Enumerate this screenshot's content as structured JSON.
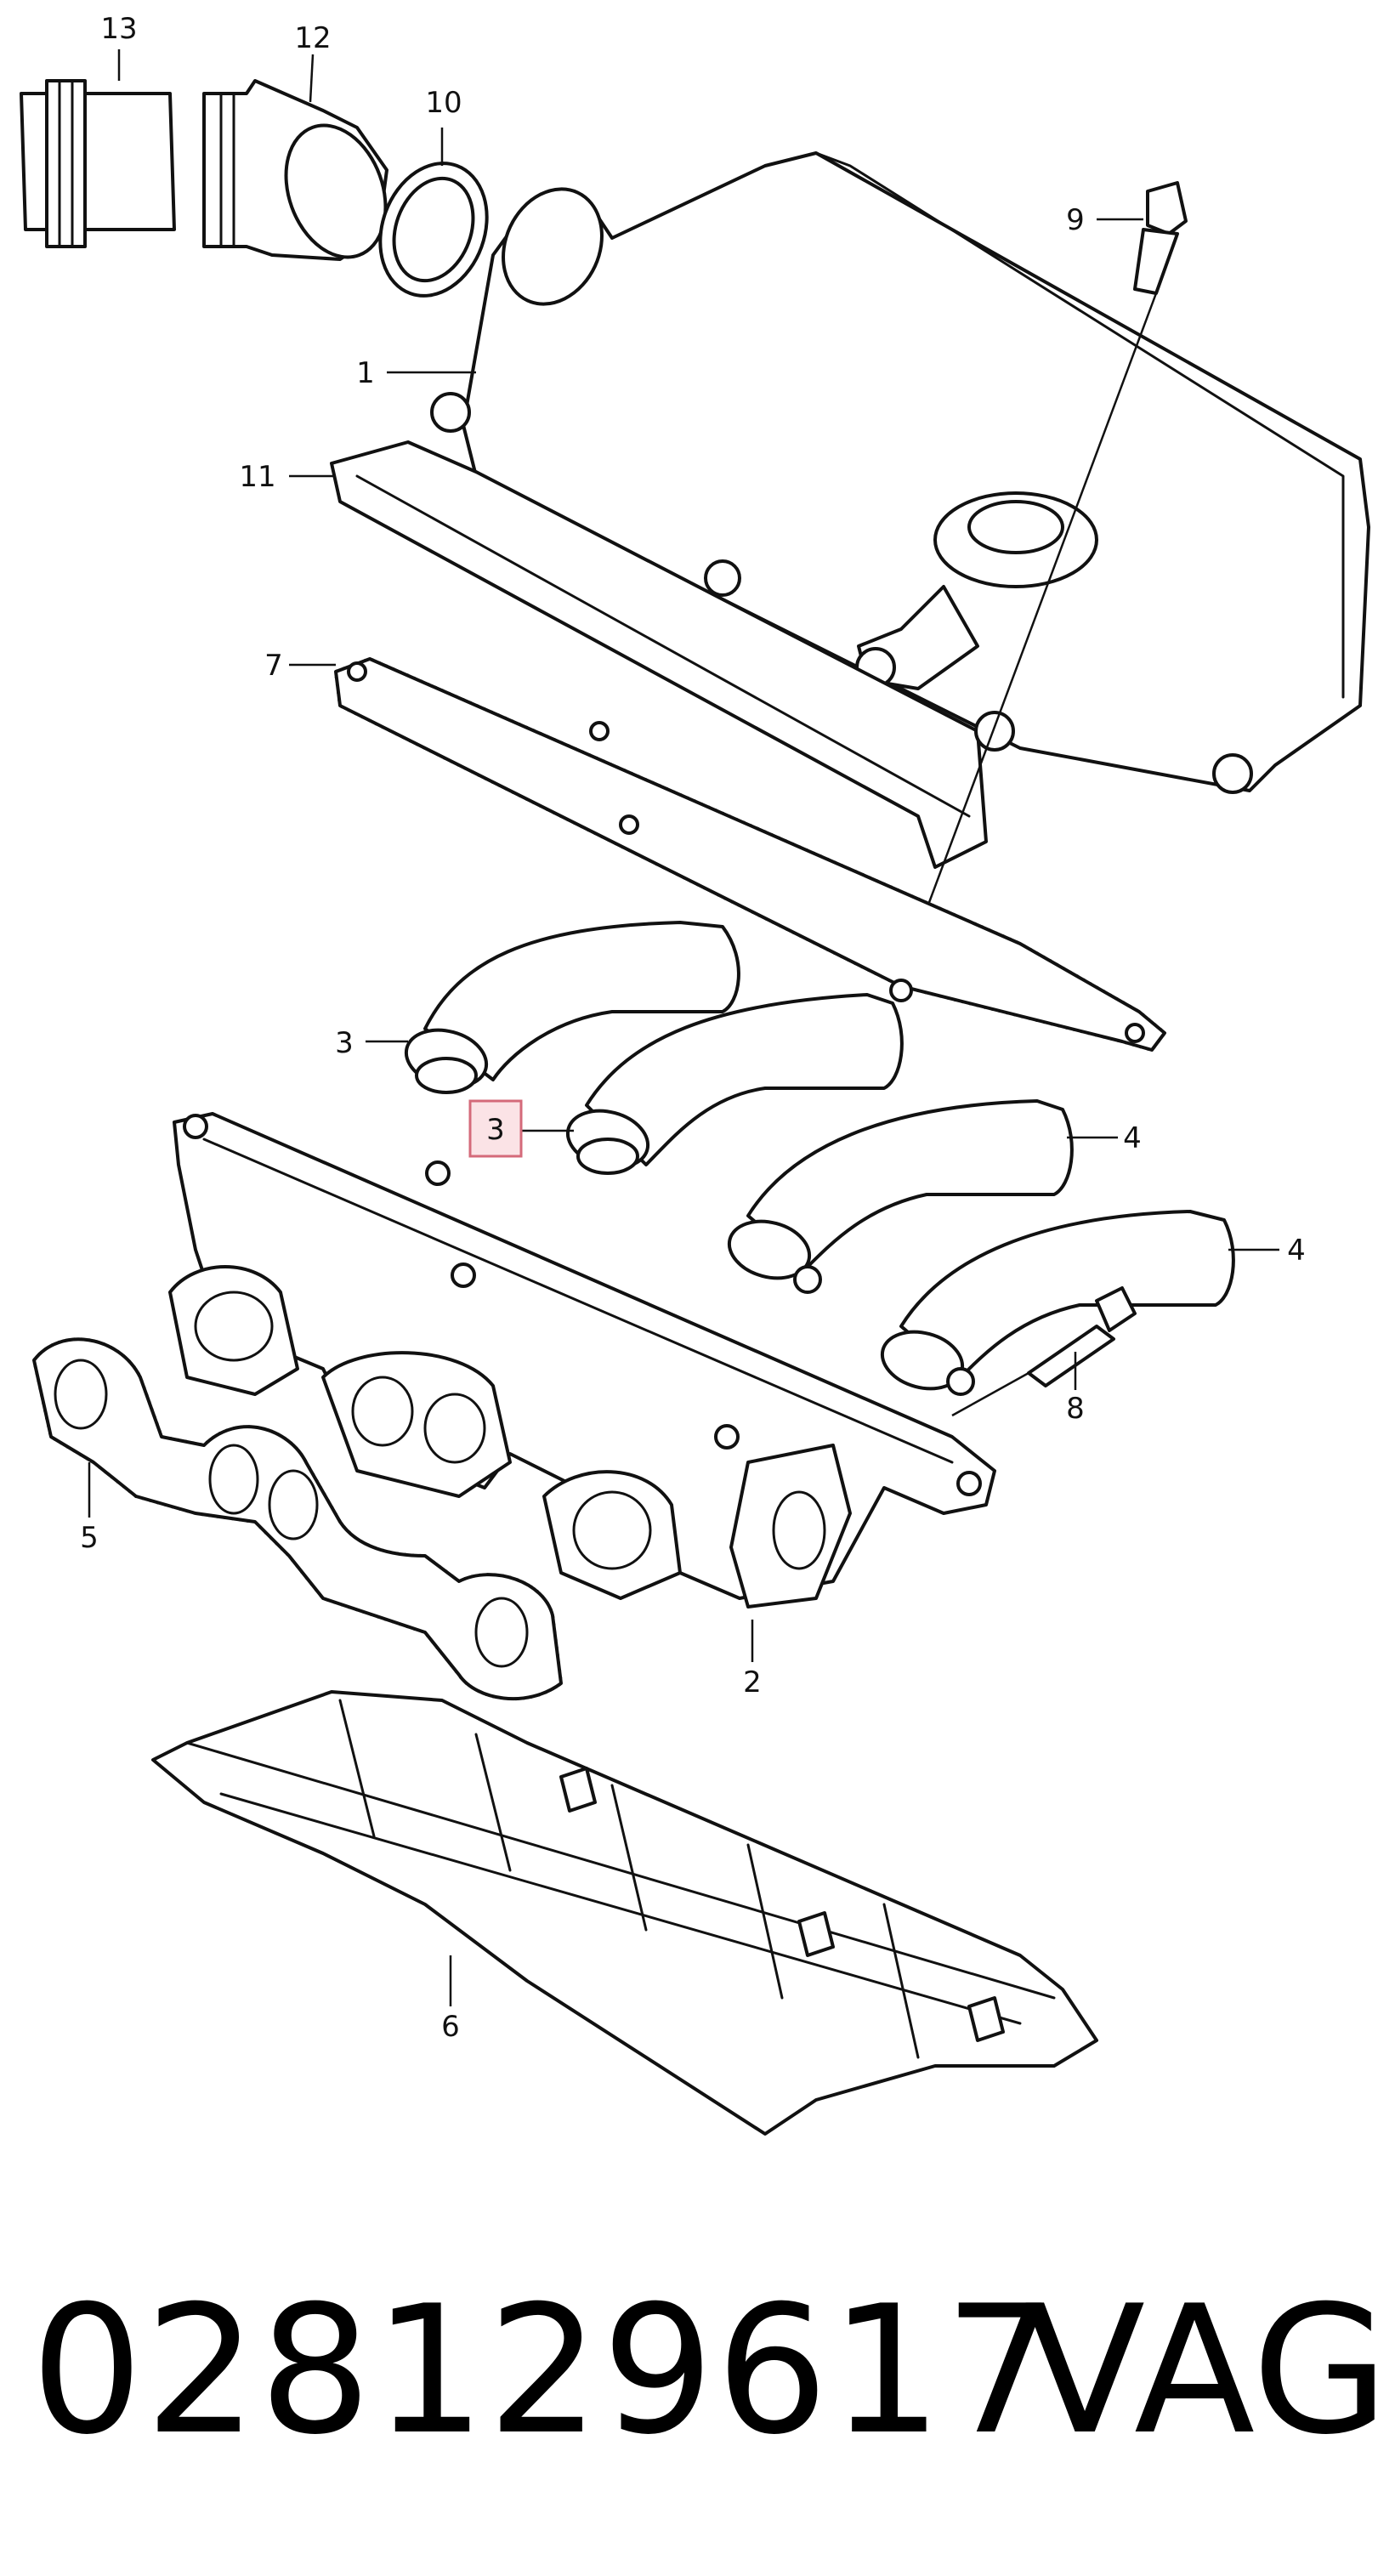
{
  "callouts": {
    "c13": "13",
    "c12": "12",
    "c10": "10",
    "c9": "9",
    "c1": "1",
    "c11": "11",
    "c7": "7",
    "c3a": "3",
    "c3b": "3",
    "c4a": "4",
    "c4b": "4",
    "c8": "8",
    "c5": "5",
    "c2": "2",
    "c6": "6"
  },
  "footer": {
    "part_number": "028129617",
    "brand": "VAG"
  },
  "colors": {
    "line": "#111111",
    "highlight_fill": "#fbe3e6",
    "highlight_stroke": "#d46a7a"
  }
}
